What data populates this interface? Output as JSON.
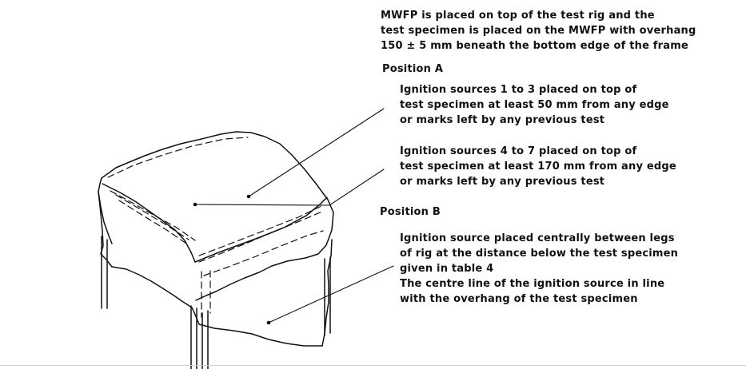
{
  "notes": {
    "top_note": [
      "MWFP is placed on top of the test rig and the",
      "test specimen is placed on the MWFP with overhang",
      "150 ± 5 mm beneath the bottom edge of the frame"
    ],
    "position_a_heading": "Position A",
    "position_a_sources_1_3": [
      "Ignition sources 1 to 3 placed on top of",
      "test specimen at least 50 mm from any edge",
      "or marks left by any previous test"
    ],
    "position_a_sources_4_7": [
      "Ignition sources 4 to 7 placed on top of",
      "test specimen at least 170 mm from any edge",
      "or marks left by any previous test"
    ],
    "position_b_heading": "Position B",
    "position_b_text": [
      "Ignition source placed centrally between legs",
      "of rig at the distance below the test specimen",
      "given in table 4",
      "The centre line of the ignition source in line",
      "with the overhang of the test specimen"
    ]
  },
  "colors": {
    "ink": "#111111",
    "paper": "#ffffff"
  }
}
